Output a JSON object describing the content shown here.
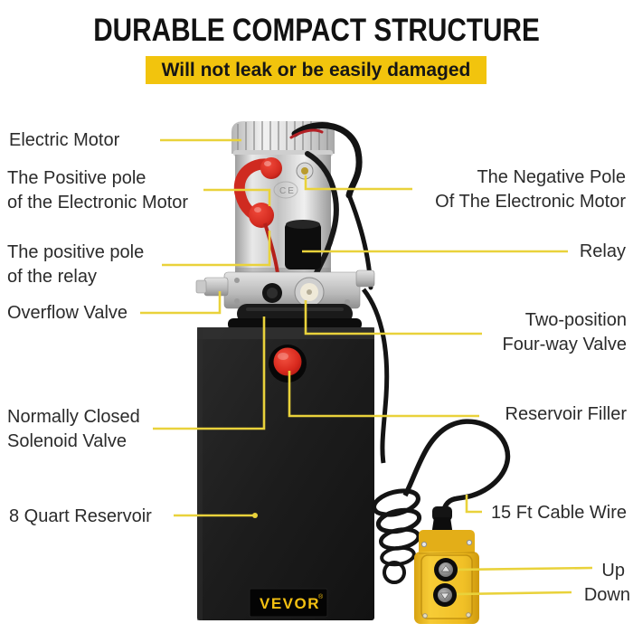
{
  "title": "DURABLE COMPACT STRUCTURE",
  "banner": "Will not leak or be easily damaged",
  "machine": {
    "brand": "VEVOR",
    "brand_mark": "®",
    "ce_mark": "CE"
  },
  "labels": {
    "left": [
      {
        "id": "electric-motor",
        "text": "Electric Motor"
      },
      {
        "id": "positive-pole-motor",
        "text": "The Positive pole\nof the Electronic Motor"
      },
      {
        "id": "positive-pole-relay",
        "text": "The positive pole\nof the relay"
      },
      {
        "id": "overflow-valve",
        "text": "Overflow Valve"
      },
      {
        "id": "nc-solenoid-valve",
        "text": "Normally Closed\nSolenoid Valve"
      },
      {
        "id": "quart-reservoir",
        "text": "8 Quart Reservoir"
      }
    ],
    "right": [
      {
        "id": "negative-pole-motor",
        "text": "The Negative Pole\nOf The Electronic Motor"
      },
      {
        "id": "relay",
        "text": "Relay"
      },
      {
        "id": "two-position-valve",
        "text": "Two-position\nFour-way Valve"
      },
      {
        "id": "reservoir-filler",
        "text": "Reservoir Filler"
      },
      {
        "id": "cable-wire",
        "text": "15 Ft Cable Wire"
      },
      {
        "id": "up",
        "text": "Up"
      },
      {
        "id": "down",
        "text": "Down"
      }
    ]
  },
  "colors": {
    "banner_bg": "#F2C40D",
    "leader": "#E9D23B",
    "brand_text": "#F3C011",
    "reservoir_box": "#1E1E1E",
    "filler_cap_red": "#D92A1E",
    "pendant_yellow": "#F0C12B"
  }
}
